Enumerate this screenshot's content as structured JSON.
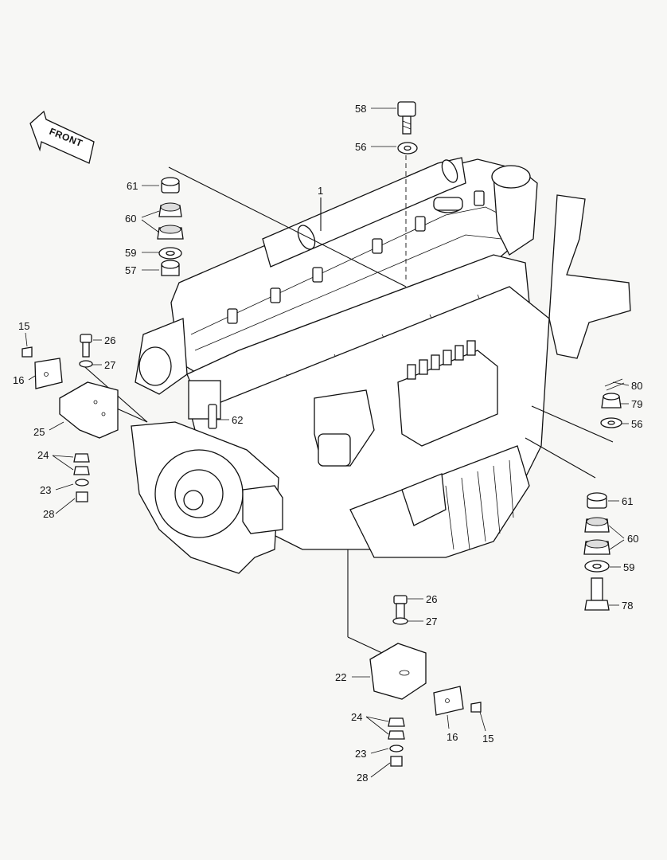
{
  "diagram": {
    "front_label": "FRONT",
    "callouts": [
      {
        "id": "c58",
        "text": "58"
      },
      {
        "id": "c56a",
        "text": "56"
      },
      {
        "id": "c1",
        "text": "1"
      },
      {
        "id": "c61a",
        "text": "61"
      },
      {
        "id": "c60a",
        "text": "60"
      },
      {
        "id": "c59a",
        "text": "59"
      },
      {
        "id": "c57",
        "text": "57"
      },
      {
        "id": "c15a",
        "text": "15"
      },
      {
        "id": "c26a",
        "text": "26"
      },
      {
        "id": "c27a",
        "text": "27"
      },
      {
        "id": "c16a",
        "text": "16"
      },
      {
        "id": "c25",
        "text": "25"
      },
      {
        "id": "c62",
        "text": "62"
      },
      {
        "id": "c24a",
        "text": "24"
      },
      {
        "id": "c23a",
        "text": "23"
      },
      {
        "id": "c28a",
        "text": "28"
      },
      {
        "id": "c80",
        "text": "80"
      },
      {
        "id": "c79",
        "text": "79"
      },
      {
        "id": "c56b",
        "text": "56"
      },
      {
        "id": "c61b",
        "text": "61"
      },
      {
        "id": "c60b",
        "text": "60"
      },
      {
        "id": "c59b",
        "text": "59"
      },
      {
        "id": "c78",
        "text": "78"
      },
      {
        "id": "c26b",
        "text": "26"
      },
      {
        "id": "c27b",
        "text": "27"
      },
      {
        "id": "c22",
        "text": "22"
      },
      {
        "id": "c24b",
        "text": "24"
      },
      {
        "id": "c16b",
        "text": "16"
      },
      {
        "id": "c15b",
        "text": "15"
      },
      {
        "id": "c23b",
        "text": "23"
      },
      {
        "id": "c28b",
        "text": "28"
      }
    ]
  }
}
